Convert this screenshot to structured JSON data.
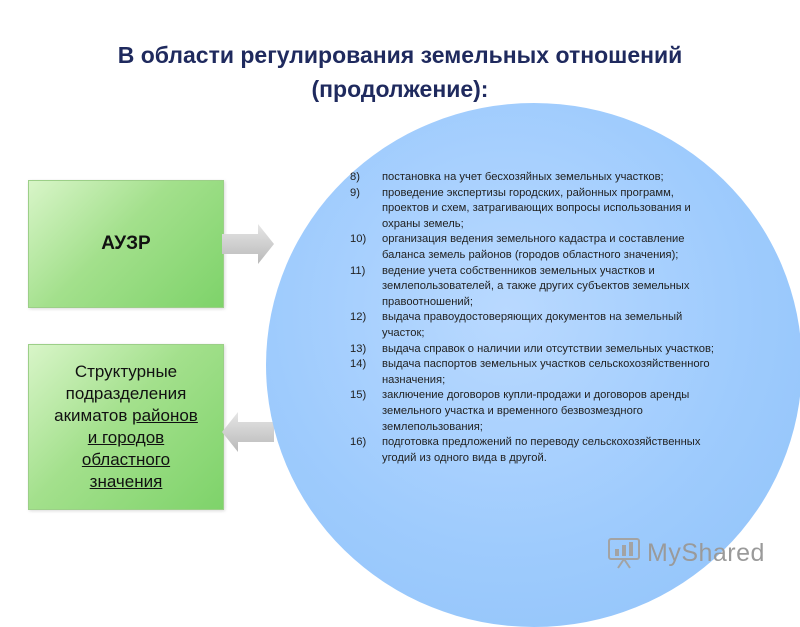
{
  "slide": {
    "title_line1": "В области регулирования земельных отношений",
    "title_line2": "(продолжение):"
  },
  "boxes": {
    "auzr": "АУЗР",
    "struct_line1": "Структурные",
    "struct_line2": "подразделения",
    "struct_line3_plain": "акиматов ",
    "struct_line3_link": "районов",
    "struct_line4": "и городов",
    "struct_line5": "областного",
    "struct_line6": "значения"
  },
  "items": [
    {
      "num": "8)",
      "text": "постановка на учет бесхозяйных земельных участков;"
    },
    {
      "num": "9)",
      "text": "проведение экспертизы городских, районных программ, проектов и схем, затрагивающих вопросы использования и охраны земель;"
    },
    {
      "num": "10)",
      "text": "организация ведения земельного кадастра и составление баланса земель районов (городов областного значения);"
    },
    {
      "num": "11)",
      "text": "ведение учета собственников земельных участков и землепользователей, а также других субъектов земельных правоотношений;"
    },
    {
      "num": "12)",
      "text": "выдача правоудостоверяющих документов на земельный участок;"
    },
    {
      "num": "13)",
      "text": "выдача справок о наличии или отсутствии земельных участков;"
    },
    {
      "num": "14)",
      "text": "выдача паспортов земельных участков сельскохозяйственного назначения;"
    },
    {
      "num": "15)",
      "text": "заключение договоров купли-продажи и договоров аренды земельного участка и временного безвозмездного землепользования;"
    },
    {
      "num": "16)",
      "text": "подготовка предложений по переводу сельскохозяйственных угодий из одного вида в другой."
    }
  ],
  "watermark": {
    "text": "MyShared",
    "icon": "presentation-icon"
  },
  "colors": {
    "title": "#1f2a5e",
    "box_green": "#8fd77a",
    "circle_blue": "#9ecbfd",
    "arrow_gray": "#c8c8c8"
  }
}
